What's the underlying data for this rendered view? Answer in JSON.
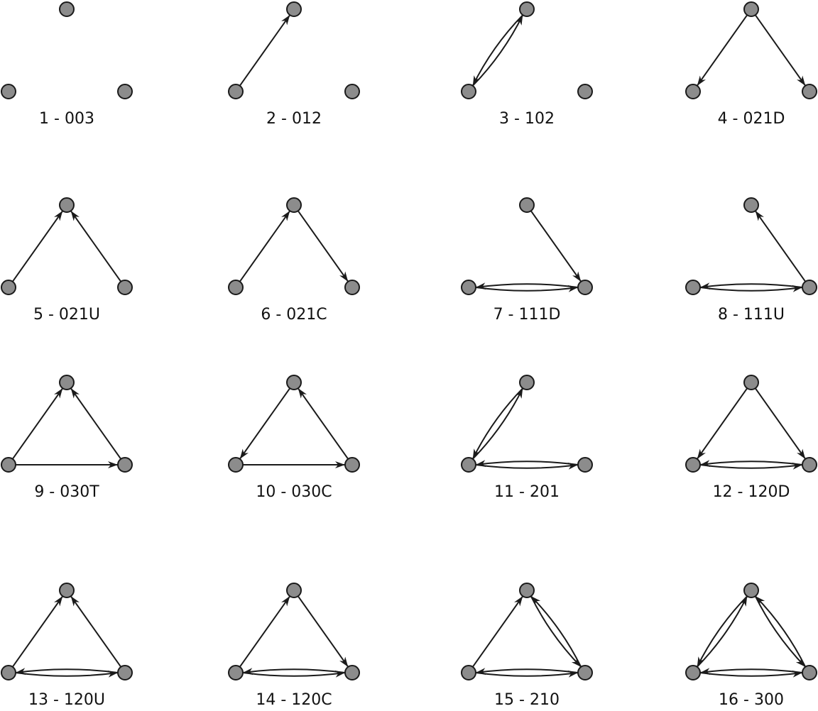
{
  "figure": {
    "triads": [
      {
        "label": "1 - 003",
        "edges": []
      },
      {
        "label": "2 - 012",
        "edges": [
          [
            "L",
            "T"
          ]
        ]
      },
      {
        "label": "3 - 102",
        "edges": [
          [
            "L",
            "T"
          ],
          [
            "T",
            "L"
          ]
        ]
      },
      {
        "label": "4 - 021D",
        "edges": [
          [
            "T",
            "L"
          ],
          [
            "T",
            "R"
          ]
        ]
      },
      {
        "label": "5 - 021U",
        "edges": [
          [
            "L",
            "T"
          ],
          [
            "R",
            "T"
          ]
        ]
      },
      {
        "label": "6 - 021C",
        "edges": [
          [
            "L",
            "T"
          ],
          [
            "T",
            "R"
          ]
        ]
      },
      {
        "label": "7 - 111D",
        "edges": [
          [
            "T",
            "R"
          ],
          [
            "L",
            "R"
          ],
          [
            "R",
            "L"
          ]
        ]
      },
      {
        "label": "8 - 111U",
        "edges": [
          [
            "R",
            "T"
          ],
          [
            "L",
            "R"
          ],
          [
            "R",
            "L"
          ]
        ]
      },
      {
        "label": "9 - 030T",
        "edges": [
          [
            "L",
            "T"
          ],
          [
            "R",
            "T"
          ],
          [
            "L",
            "R"
          ]
        ]
      },
      {
        "label": "10 - 030C",
        "edges": [
          [
            "T",
            "L"
          ],
          [
            "R",
            "T"
          ],
          [
            "L",
            "R"
          ]
        ]
      },
      {
        "label": "11 - 201",
        "edges": [
          [
            "L",
            "T"
          ],
          [
            "T",
            "L"
          ],
          [
            "L",
            "R"
          ],
          [
            "R",
            "L"
          ]
        ]
      },
      {
        "label": "12 - 120D",
        "edges": [
          [
            "T",
            "L"
          ],
          [
            "T",
            "R"
          ],
          [
            "L",
            "R"
          ],
          [
            "R",
            "L"
          ]
        ]
      },
      {
        "label": "13 - 120U",
        "edges": [
          [
            "L",
            "T"
          ],
          [
            "R",
            "T"
          ],
          [
            "L",
            "R"
          ],
          [
            "R",
            "L"
          ]
        ]
      },
      {
        "label": "14 - 120C",
        "edges": [
          [
            "L",
            "T"
          ],
          [
            "T",
            "R"
          ],
          [
            "L",
            "R"
          ],
          [
            "R",
            "L"
          ]
        ]
      },
      {
        "label": "15 - 210",
        "edges": [
          [
            "L",
            "T"
          ],
          [
            "T",
            "R"
          ],
          [
            "R",
            "T"
          ],
          [
            "L",
            "R"
          ],
          [
            "R",
            "L"
          ]
        ]
      },
      {
        "label": "16 - 300",
        "edges": [
          [
            "L",
            "T"
          ],
          [
            "T",
            "L"
          ],
          [
            "T",
            "R"
          ],
          [
            "R",
            "T"
          ],
          [
            "L",
            "R"
          ],
          [
            "R",
            "L"
          ]
        ]
      }
    ],
    "node_color": "#8c8c8c",
    "edge_color": "#1a1a1a"
  }
}
